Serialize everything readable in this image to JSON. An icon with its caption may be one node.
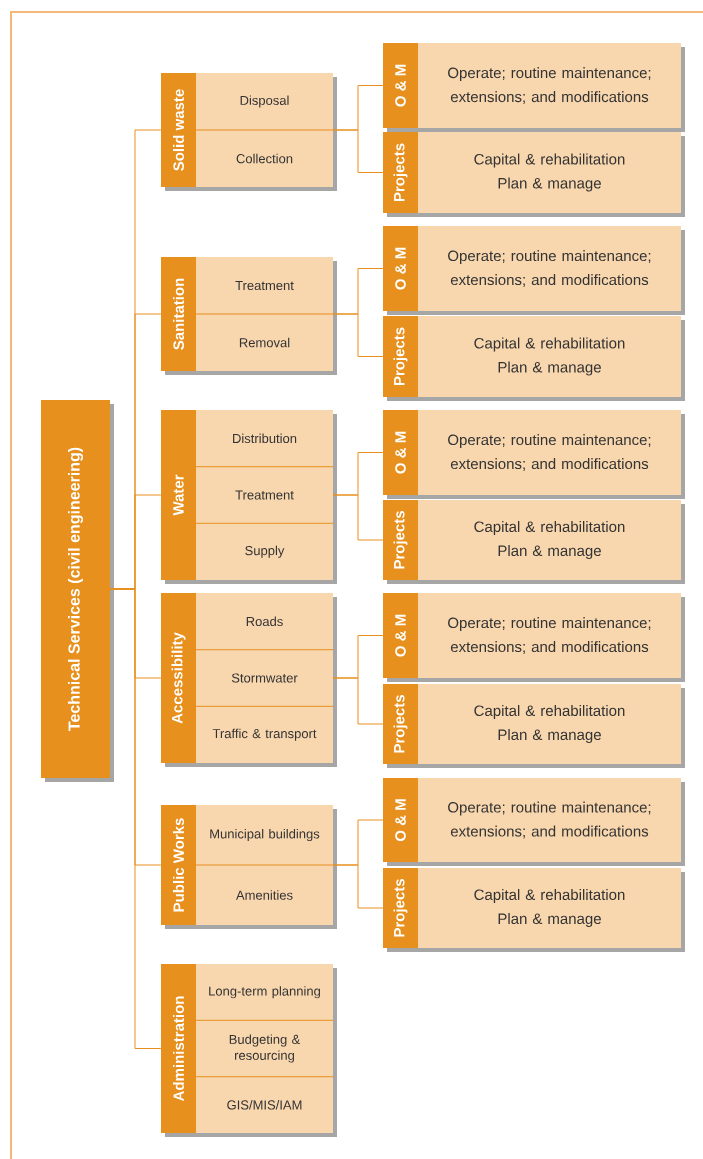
{
  "diagram": {
    "nodes": [
      {
        "text": [
          "Technical Services (civil engineering)"
        ]
      },
      {
        "text": [
          "Solid waste",
          "Disposal",
          "Collection"
        ]
      },
      {
        "text": [
          "O & M",
          "Operate; routine maintenance; extensions; and modifications"
        ]
      },
      {
        "text": [
          "Projects",
          "Capital & rehabilitation",
          "Plan & manage"
        ]
      },
      {
        "text": [
          "Sanitation",
          "Treatment",
          "Removal"
        ]
      },
      {
        "text": [
          "O & M",
          "Operate; routine maintenance; extensions; and modifications"
        ]
      },
      {
        "text": [
          "Projects",
          "Capital & rehabilitation",
          "Plan & manage"
        ]
      },
      {
        "text": [
          "Water",
          "Distribution",
          "Treatment",
          "Supply"
        ]
      },
      {
        "text": [
          "O & M",
          "Operate; routine maintenance; extensions; and modifications"
        ]
      },
      {
        "text": [
          "Projects",
          "Capital & rehabilitation",
          "Plan & manage"
        ]
      },
      {
        "text": [
          "Accessibility",
          "Roads",
          "Stormwater",
          "Traffic & transport"
        ]
      },
      {
        "text": [
          "O & M",
          "Operate; routine maintenance; extensions; and modifications"
        ]
      },
      {
        "text": [
          "Projects",
          "Capital & rehabilitation",
          "Plan & manage"
        ]
      },
      {
        "text": [
          "Public Works",
          "Municipal buildings",
          "Amenities"
        ]
      },
      {
        "text": [
          "O & M",
          "Operate; routine maintenance; extensions; and modifications"
        ]
      },
      {
        "text": [
          "Projects",
          "Capital & rehabilitation",
          "Plan & manage"
        ]
      },
      {
        "text": [
          "Administration",
          "Long-term planning",
          "Budgeting & resourcing",
          "GIS/MIS/IAM"
        ]
      }
    ],
    "edges": [
      {
        "from": 0,
        "to": 1,
        "arrow": "none"
      },
      {
        "from": 0,
        "to": 4,
        "arrow": "none"
      },
      {
        "from": 0,
        "to": 7,
        "arrow": "none"
      },
      {
        "from": 0,
        "to": 10,
        "arrow": "none"
      },
      {
        "from": 0,
        "to": 13,
        "arrow": "none"
      },
      {
        "from": 0,
        "to": 16,
        "arrow": "none"
      },
      {
        "from": 1,
        "to": 2,
        "arrow": "none"
      },
      {
        "from": 1,
        "to": 3,
        "arrow": "none"
      },
      {
        "from": 4,
        "to": 5,
        "arrow": "none"
      },
      {
        "from": 4,
        "to": 6,
        "arrow": "none"
      },
      {
        "from": 7,
        "to": 8,
        "arrow": "none"
      },
      {
        "from": 7,
        "to": 9,
        "arrow": "none"
      },
      {
        "from": 10,
        "to": 11,
        "arrow": "none"
      },
      {
        "from": 10,
        "to": 12,
        "arrow": "none"
      },
      {
        "from": 13,
        "to": 14,
        "arrow": "none"
      },
      {
        "from": 13,
        "to": 15,
        "arrow": "none"
      }
    ]
  }
}
